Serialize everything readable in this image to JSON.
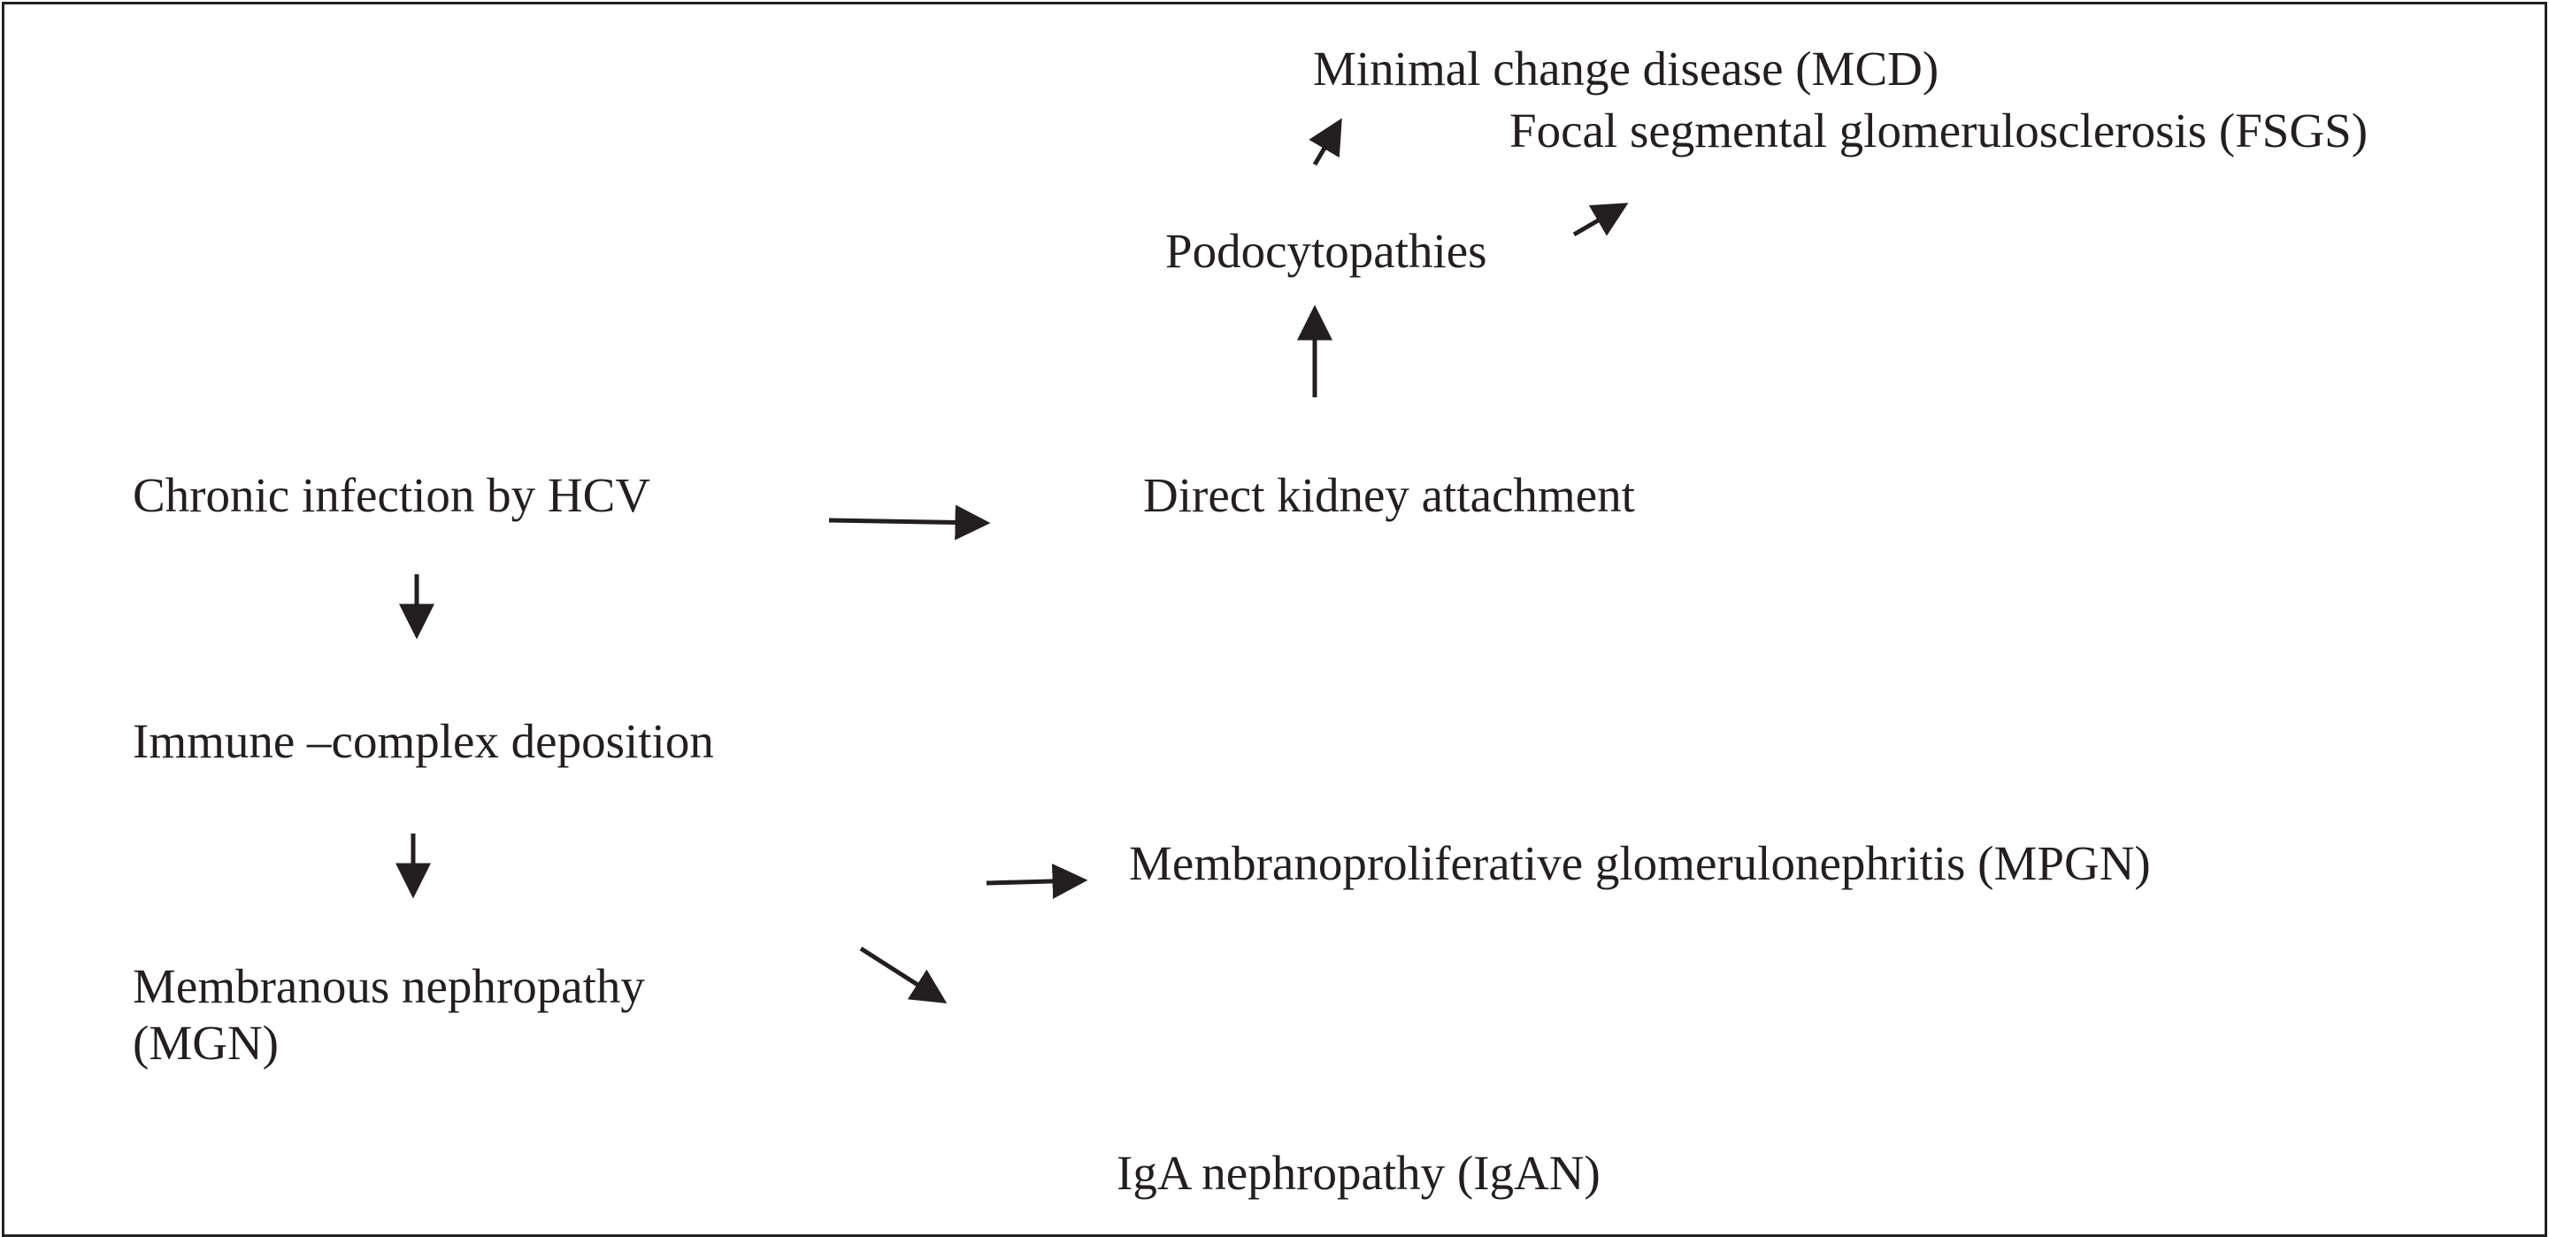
{
  "nodes": {
    "hcv": "Chronic infection by HCV",
    "direct_kidney": "Direct kidney attachment",
    "podocytopathies": "Podocytopathies",
    "mcd": "Minimal change disease (MCD)",
    "fsgs": "Focal segmental glomerulosclerosis (FSGS)",
    "immune_complex": "Immune –complex deposition",
    "mgn_line1": "Membranous nephropathy",
    "mgn_line2": "(MGN)",
    "mpgn": "Membranoproliferative glomerulonephritis (MPGN)",
    "igan": "IgA nephropathy (IgAN)"
  },
  "colors": {
    "text": "#231f20",
    "arrow": "#231f20",
    "border": "#222222"
  }
}
